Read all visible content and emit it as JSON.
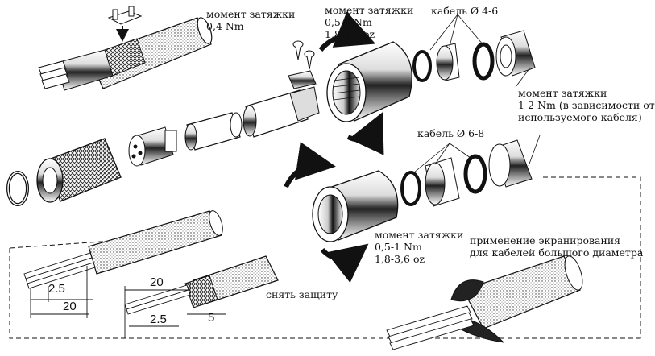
{
  "labels": {
    "torque_top_left_title": "момент затяжки",
    "torque_top_left_value": "0,4 Nm",
    "torque_top_mid_title": "момент затяжки",
    "torque_top_mid_nm": "0,5-1 Nm",
    "torque_top_mid_oz": "1,8-3,6 oz",
    "cable_4_6": "кабель Ø 4-6",
    "torque_right_title": "момент затяжки",
    "torque_right_line1": "1-2 Nm (в зависимости от",
    "torque_right_line2": "используемого кабеля)",
    "cable_6_8": "кабель Ø 6-8",
    "torque_bottom_title": "момент затяжки",
    "torque_bottom_nm": "0,5-1 Nm",
    "torque_bottom_oz": "1,8-3,6 oz",
    "shield_line1": "применение экранирования",
    "shield_line2": "для кабелей большого диаметра",
    "strip_shield": "снять защиту"
  },
  "dimensions": {
    "cable1_short": "2.5",
    "cable1_long": "20",
    "cable2_top": "20",
    "cable2_short": "2.5",
    "cable2_five": "5"
  }
}
